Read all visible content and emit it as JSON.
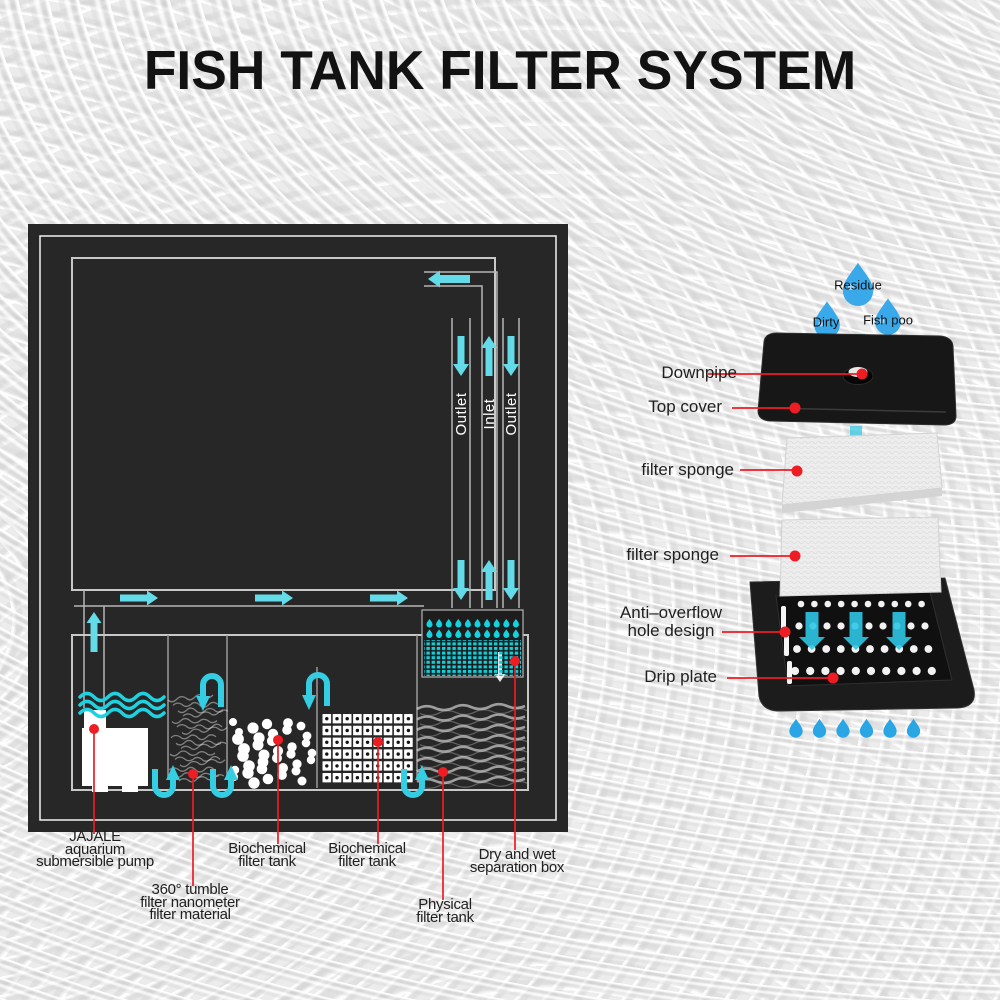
{
  "title": "FISH TANK FILTER SYSTEM",
  "colors": {
    "cyan_arrow": "#63dbe8",
    "cyan_flow": "#35cde2",
    "blue_drop": "#3aa9e9",
    "callout_red": "#ee1c23",
    "tank_black": "#272727"
  },
  "tank": {
    "pipes": {
      "outlet1": "Outlet",
      "inlet": "Inlet",
      "outlet2": "Outlet"
    },
    "callouts": {
      "pump": [
        "JAJALE",
        "aquarium",
        "submersible pump"
      ],
      "tumble": [
        "360° tumble",
        "filter nanometer",
        "filter material"
      ],
      "bio1": [
        "Biochemical",
        "filter tank"
      ],
      "bio2": [
        "Biochemical",
        "filter tank"
      ],
      "physical": [
        "Physical",
        "filter tank"
      ],
      "drywet": [
        "Dry and wet",
        "separation box"
      ]
    }
  },
  "exploded": {
    "drops": {
      "residue": "Residue",
      "dirty": "Dirty",
      "fishpoo": "Fish poo"
    },
    "callouts": {
      "downpipe": "Downpipe",
      "top_cover": "Top cover",
      "sponge1": "filter sponge",
      "sponge2": "filter sponge",
      "anti1": "Anti–overflow",
      "anti2": "hole design",
      "drip": "Drip plate"
    }
  }
}
